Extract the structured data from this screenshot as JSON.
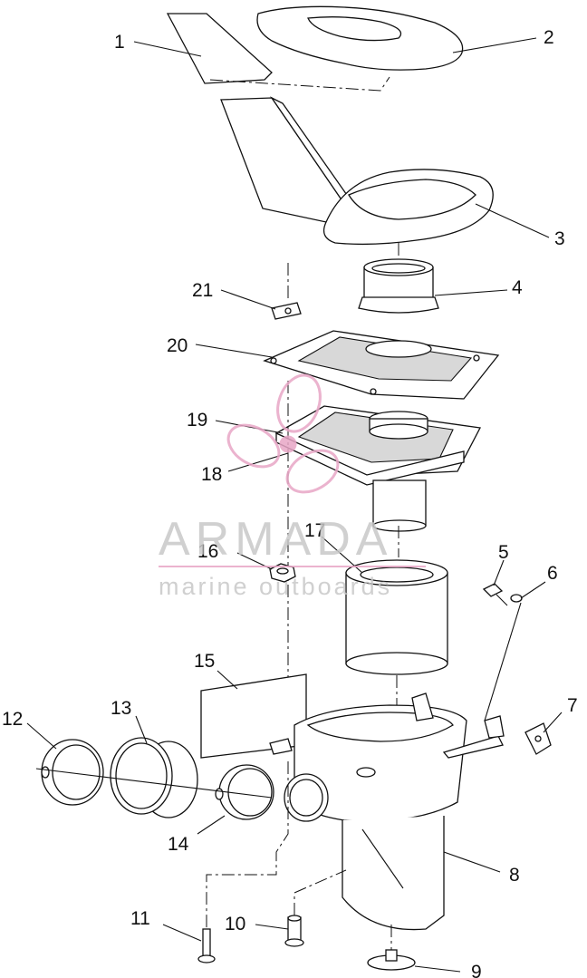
{
  "callouts": [
    "1",
    "2",
    "3",
    "4",
    "5",
    "6",
    "7",
    "8",
    "9",
    "10",
    "11",
    "12",
    "13",
    "14",
    "15",
    "16",
    "17",
    "18",
    "19",
    "20",
    "21"
  ],
  "watermark": {
    "title": "ARMADA",
    "subtitle": "marine outboards",
    "color": "#c8c8c8",
    "logo_color": "#e8a6c6"
  }
}
